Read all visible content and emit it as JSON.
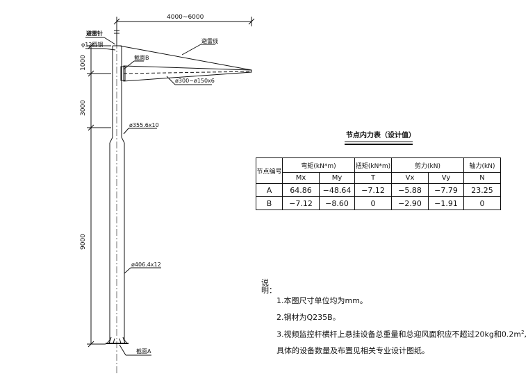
{
  "dims": {
    "span": "4000~6000",
    "seg1": "1000",
    "seg2": "3000",
    "seg3": "9000"
  },
  "labels": {
    "lightning_rod": "避雷针",
    "round_steel": "φ12圆钢",
    "lightning_wire": "避雷线",
    "section_b": "截面B",
    "section_a": "截面A",
    "arm_size": "ø300~ø150x6",
    "upper_pole": "ø355.6x10",
    "lower_pole": "ø406.4x12"
  },
  "table": {
    "title": "节点内力表（设计值）",
    "headers": {
      "node": "节点编号",
      "moment": "弯矩(kN*m)",
      "torque": "扭矩(kN*m)",
      "shear": "剪力(kN)",
      "axial": "轴力(kN)"
    },
    "subheaders": [
      "Mx",
      "My",
      "T",
      "Vx",
      "Vy",
      "N"
    ],
    "rows": [
      [
        "A",
        "64.86",
        "−48.64",
        "−7.12",
        "−5.88",
        "−7.79",
        "23.25"
      ],
      [
        "B",
        "−7.12",
        "−8.60",
        "0",
        "−2.90",
        "−1.91",
        "0"
      ]
    ]
  },
  "notes": {
    "title": "说明：",
    "items": [
      "1.本图尺寸单位均为mm。",
      "2.钢材为Q235B。",
      "3.视频监控杆横杆上悬挂设备总重量和总迎风面积应不超过20kg和0.2m",
      "具体的设备数量及布置见相关专业设计图纸。"
    ],
    "item3_tail": ","
  },
  "sup2": "2"
}
